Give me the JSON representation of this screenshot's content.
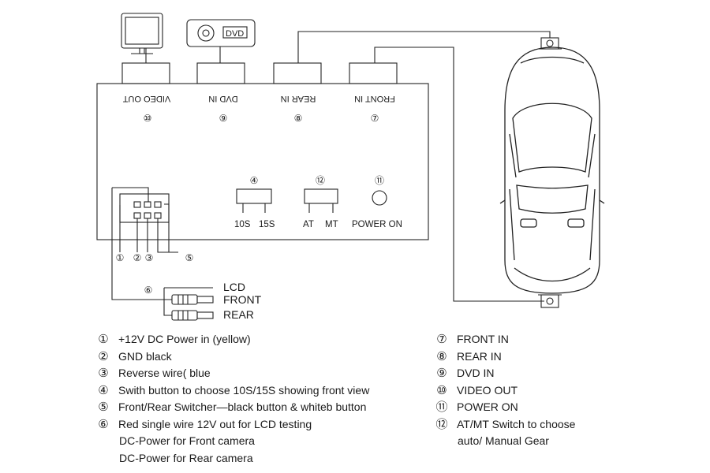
{
  "ports": {
    "video_out": "VIDEO OUT",
    "dvd_in": "DVD IN",
    "rear_in": "REAR IN",
    "front_in": "FRONT IN"
  },
  "numbers": [
    "①",
    "②",
    "③",
    "④",
    "⑤",
    "⑥",
    "⑦",
    "⑧",
    "⑨",
    "⑩",
    "⑪",
    "⑫"
  ],
  "controls": {
    "s10": "10S",
    "s15": "15S",
    "at": "AT",
    "mt": "MT",
    "power_on": "POWER ON"
  },
  "devices": {
    "dvd_label": "DVD"
  },
  "wires": {
    "lcd": "LCD",
    "front": "FRONT",
    "rear": "REAR"
  },
  "legend_left": [
    {
      "num": "①",
      "text": "+12V DC Power in (yellow)"
    },
    {
      "num": "②",
      "text": "GND    black"
    },
    {
      "num": "③",
      "text": "Reverse wire( blue"
    },
    {
      "num": "④",
      "text": "Swith button to choose 10S/15S showing front view"
    },
    {
      "num": "⑤",
      "text": "Front/Rear Switcher—black button & whiteb button"
    },
    {
      "num": "⑥",
      "text": "Red single wire 12V out for LCD testing"
    },
    {
      "num": "",
      "text": "DC-Power for Front camera"
    },
    {
      "num": "",
      "text": "DC-Power for Rear camera"
    }
  ],
  "legend_right": [
    {
      "num": "⑦",
      "text": "FRONT IN"
    },
    {
      "num": "⑧",
      "text": "REAR IN"
    },
    {
      "num": "⑨",
      "text": "DVD IN"
    },
    {
      "num": "⑩",
      "text": "VIDEO OUT"
    },
    {
      "num": "⑪",
      "text": "POWER ON"
    },
    {
      "num": "⑫",
      "text": "AT/MT  Switch to choose"
    },
    {
      "num": "",
      "text": "auto/ Manual Gear"
    }
  ]
}
